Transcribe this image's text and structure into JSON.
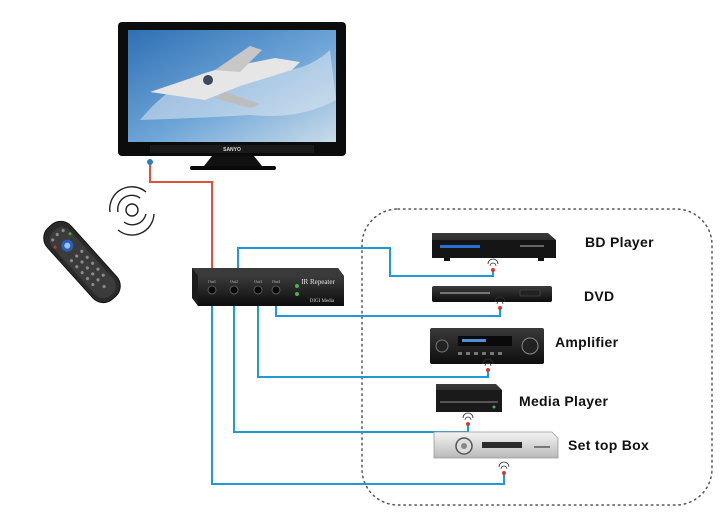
{
  "tv": {
    "brand": "SANYO"
  },
  "repeater": {
    "title": "IR Repeater",
    "subtitle": "DIGI Media",
    "port_labels": [
      "Out1",
      "Out2",
      "Out3",
      "Out4"
    ]
  },
  "devices": [
    {
      "id": "bd",
      "label": "BD Player"
    },
    {
      "id": "dvd",
      "label": "DVD"
    },
    {
      "id": "amp",
      "label": "Amplifier"
    },
    {
      "id": "media",
      "label": "Media Player"
    },
    {
      "id": "stb",
      "label": "Set top Box"
    }
  ],
  "colors": {
    "ir_receiver_cable": "#e0503c",
    "emitter_cable": "#1f9ad6",
    "zone_border": "#555555",
    "repeater_body": "#2b2b2b"
  },
  "icons": [
    "tv-icon",
    "remote-control-icon",
    "ir-signal-icon",
    "ir-emitter-icon"
  ]
}
